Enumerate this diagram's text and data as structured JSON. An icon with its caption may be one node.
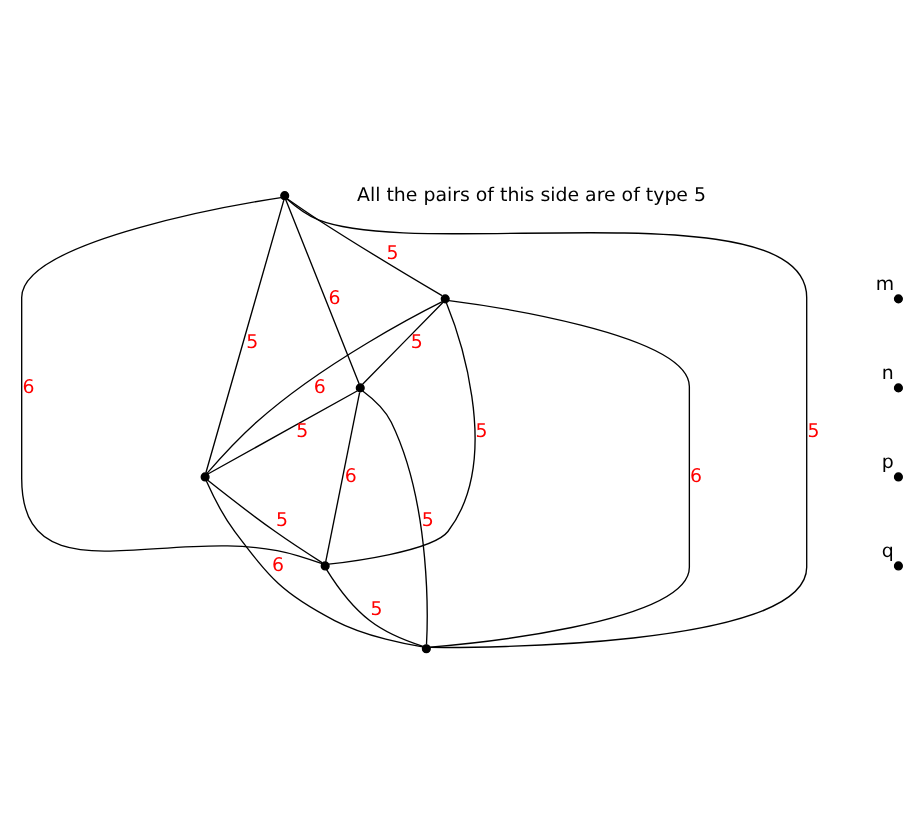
{
  "diagram": {
    "nodes": [
      {
        "text": [],
        "shape": "circle"
      },
      {
        "text": [],
        "shape": "circle"
      },
      {
        "text": [],
        "shape": "circle"
      },
      {
        "text": [],
        "shape": "circle"
      },
      {
        "text": [],
        "shape": "circle"
      },
      {
        "text": [],
        "shape": "circle"
      },
      {
        "text": [],
        "shape": "circle",
        "beside": [
          "m"
        ]
      },
      {
        "text": [],
        "shape": "circle",
        "beside": [
          "n"
        ]
      },
      {
        "text": [],
        "shape": "circle",
        "beside": [
          "p"
        ]
      },
      {
        "text": [],
        "shape": "circle",
        "beside": [
          "q"
        ]
      }
    ],
    "edges": [
      {
        "from": 0,
        "to": 1,
        "arrow": "none",
        "label": "5"
      },
      {
        "from": 0,
        "to": 2,
        "arrow": "none",
        "label": "6"
      },
      {
        "from": 0,
        "to": 3,
        "arrow": "none",
        "label": "5"
      },
      {
        "from": 0,
        "to": 4,
        "arrow": "none",
        "label": "6"
      },
      {
        "from": 0,
        "to": 5,
        "arrow": "none",
        "label": "5"
      },
      {
        "from": 1,
        "to": 2,
        "arrow": "none",
        "label": "5"
      },
      {
        "from": 1,
        "to": 3,
        "arrow": "none",
        "label": "6"
      },
      {
        "from": 1,
        "to": 4,
        "arrow": "none",
        "label": "5"
      },
      {
        "from": 1,
        "to": 5,
        "arrow": "none",
        "label": "6"
      },
      {
        "from": 2,
        "to": 3,
        "arrow": "none",
        "label": "5"
      },
      {
        "from": 2,
        "to": 4,
        "arrow": "none",
        "label": "6"
      },
      {
        "from": 2,
        "to": 5,
        "arrow": "none",
        "label": "5"
      },
      {
        "from": 3,
        "to": 4,
        "arrow": "none",
        "label": "5"
      },
      {
        "from": 3,
        "to": 5,
        "arrow": "none",
        "label": "6"
      },
      {
        "from": 4,
        "to": 5,
        "arrow": "none",
        "label": "5"
      }
    ],
    "labels": [
      "All the pairs of this side are of type 5"
    ]
  }
}
